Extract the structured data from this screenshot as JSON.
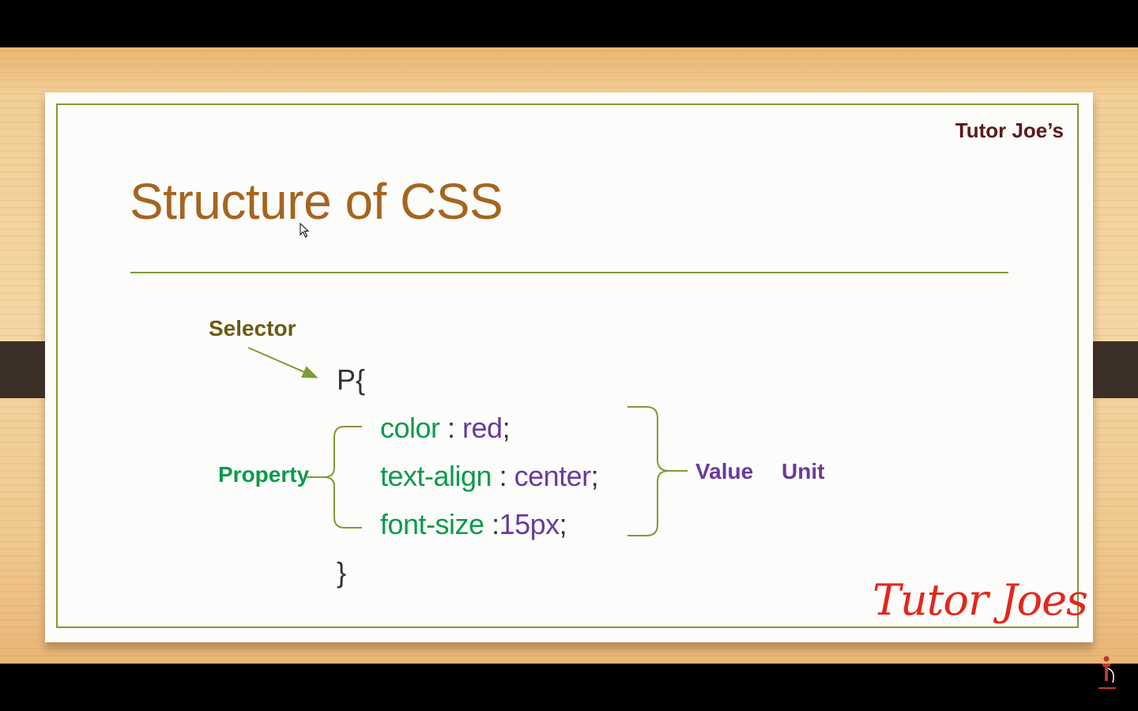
{
  "slide": {
    "brand_top": "Tutor Joe’s",
    "title": "Structure of CSS",
    "labels": {
      "selector": "Selector",
      "property": "Property",
      "value": "Value",
      "unit": "Unit"
    },
    "code": {
      "open": "P{",
      "close": "}",
      "declarations": [
        {
          "property": "color",
          "separator": " : ",
          "value": "red",
          "end": ";"
        },
        {
          "property": "text-align",
          "separator": " : ",
          "value": "center",
          "end": ";"
        },
        {
          "property": "font-size",
          "separator": " :",
          "value": "15px",
          "end": ";"
        }
      ]
    },
    "logo_text": "Tutor Joes"
  },
  "colors": {
    "title": "#a5651f",
    "frame": "#7d9b36",
    "property": "#0d9a4c",
    "value": "#6a3a9c",
    "selector": "#6b5a13",
    "brand": "#5a1a18",
    "logo": "#e2271d"
  },
  "icons": {
    "cursor": "mouse-pointer-icon",
    "corner": "tutor-joes-figure-icon"
  }
}
